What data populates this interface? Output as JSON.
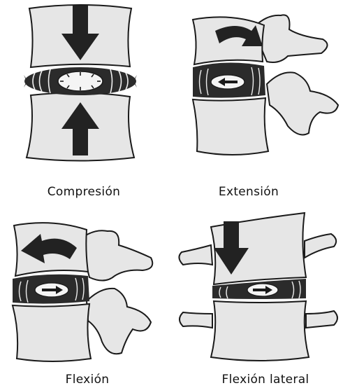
{
  "captions": {
    "compression": "Compresión",
    "extension": "Extensión",
    "flexion": "Flexión",
    "lateral_flexion": "Flexión lateral"
  },
  "colors": {
    "bone_fill": "#e6e6e6",
    "outline": "#1a1a1a",
    "arrow": "#222222",
    "disc": "#2b2b2b",
    "nucleus": "#f4f4f4",
    "background": "#ffffff"
  }
}
